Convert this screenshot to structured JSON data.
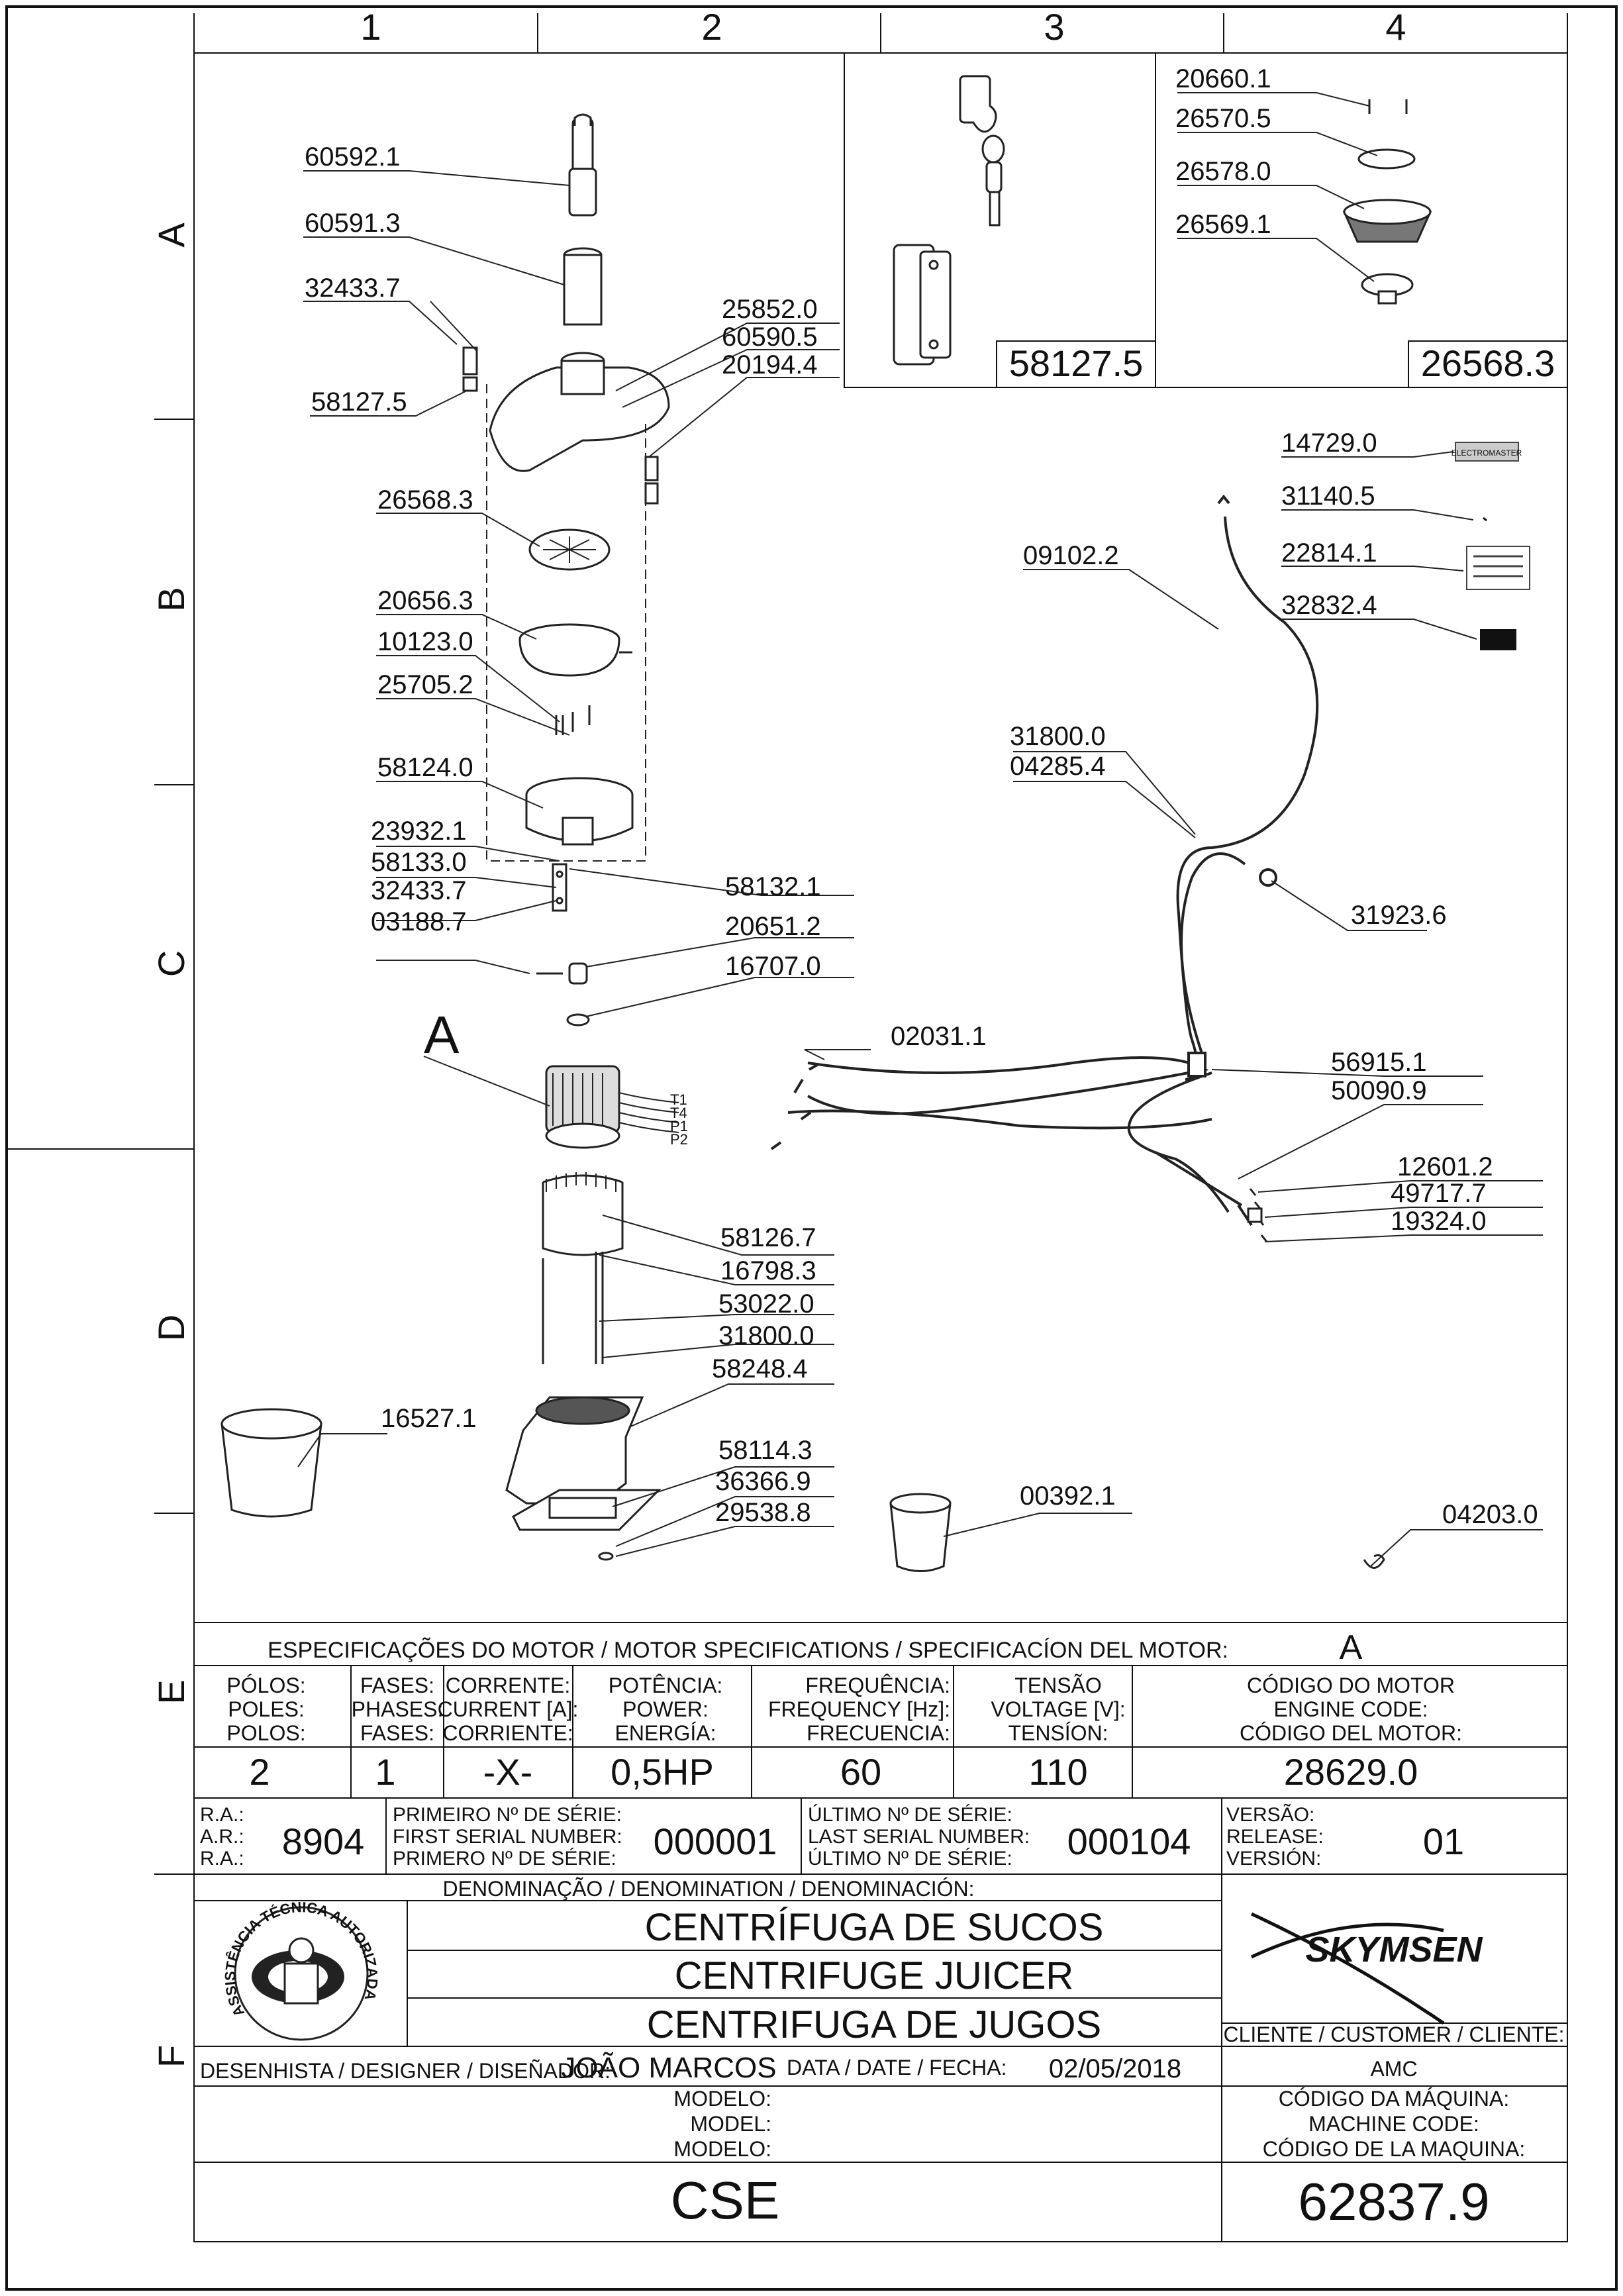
{
  "grid": {
    "columns": [
      "1",
      "2",
      "3",
      "4"
    ],
    "rows": [
      "A",
      "B",
      "C",
      "D",
      "E",
      "F"
    ]
  },
  "callouts": {
    "c60592_1": "60592.1",
    "c60591_3": "60591.3",
    "c32433_7a": "32433.7",
    "c58127_5a": "58127.5",
    "c25852_0": "25852.0",
    "c60590_5": "60590.5",
    "c20194_4": "20194.4",
    "c26568_3a": "26568.3",
    "c20656_3": "20656.3",
    "c10123_0": "10123.0",
    "c25705_2": "25705.2",
    "c58124_0": "58124.0",
    "c23932_1": "23932.1",
    "c58133_0": "58133.0",
    "c32433_7b": "32433.7",
    "c03188_7": "03188.7",
    "c58132_1": "58132.1",
    "c20651_2": "20651.2",
    "c16707_0": "16707.0",
    "c02031_1": "02031.1",
    "c58126_7": "58126.7",
    "c16798_3": "16798.3",
    "c53022_0": "53022.0",
    "c31800_0b": "31800.0",
    "c58248_4": "58248.4",
    "c16527_1": "16527.1",
    "c58114_3": "58114.3",
    "c36366_9": "36366.9",
    "c29538_8": "29538.8",
    "c00392_1": "00392.1",
    "c04203_0": "04203.0",
    "c20660_1": "20660.1",
    "c26570_5": "26570.5",
    "c26578_0": "26578.0",
    "c26569_1": "26569.1",
    "c14729_0": "14729.0",
    "c31140_5": "31140.5",
    "c09102_2": "09102.2",
    "c22814_1": "22814.1",
    "c32832_4": "32832.4",
    "c31800_0a": "31800.0",
    "c04285_4": "04285.4",
    "c31923_6": "31923.6",
    "c56915_1": "56915.1",
    "c50090_9": "50090.9",
    "c12601_2": "12601.2",
    "c49717_7": "49717.7",
    "c19324_0": "19324.0"
  },
  "boxes": {
    "box3_code": "58127.5",
    "box4_code": "26568.3"
  },
  "motor_marker": "A",
  "terminals": [
    "T1",
    "T4",
    "P1",
    "P2"
  ],
  "label_sticker_text": "ELECTROMASTER",
  "motor_spec": {
    "header": "ESPECIFICAÇÕES DO MOTOR / MOTOR SPECIFICATIONS / SPECIFICACÍON DEL MOTOR:",
    "header_value": "A",
    "poles": [
      "PÓLOS:",
      "POLES:",
      "POLOS:"
    ],
    "poles_value": "2",
    "phases": [
      "FASES:",
      "PHASES:",
      "FASES:"
    ],
    "phases_value": "1",
    "current": [
      "CORRENTE:",
      "CURRENT [A]:",
      "CORRIENTE:"
    ],
    "current_value": "-X-",
    "power": [
      "POTÊNCIA:",
      "POWER:",
      "ENERGÍA:"
    ],
    "power_value": "0,5HP",
    "frequency": [
      "FREQUÊNCIA:",
      "FREQUENCY [Hz]:",
      "FRECUENCIA:"
    ],
    "frequency_value": "60",
    "voltage": [
      "TENSÃO",
      "VOLTAGE [V]:",
      "TENSÍON:"
    ],
    "voltage_value": "110",
    "engine": [
      "CÓDIGO DO MOTOR",
      "ENGINE CODE:",
      "CÓDIGO DEL MOTOR:"
    ],
    "engine_value": "28629.0"
  },
  "serial": {
    "ra_labels": [
      "R.A.:",
      "A.R.:",
      "R.A.:"
    ],
    "ra_value": "8904",
    "first_labels": [
      "PRIMEIRO Nº DE SÉRIE:",
      "FIRST SERIAL NUMBER:",
      "PRIMERO Nº DE SÉRIE:"
    ],
    "first_value": "000001",
    "last_labels": [
      "ÚLTIMO Nº DE SÉRIE:",
      "LAST SERIAL NUMBER:",
      "ÚLTIMO Nº DE SÉRIE:"
    ],
    "last_value": "000104",
    "version_labels": [
      "VERSÃO:",
      "RELEASE:",
      "VERSIÓN:"
    ],
    "version_value": "01"
  },
  "title_block": {
    "denomination_header": "DENOMINAÇÃO / DENOMINATION / DENOMINACIÓN:",
    "name_pt": "CENTRÍFUGA DE SUCOS",
    "name_en": "CENTRIFUGE JUICER",
    "name_es": "CENTRIFUGA DE JUGOS",
    "brand": "SKYMSEN",
    "badge_text": "ASSISTÊNCIA TÉCNICA AUTORIZADA",
    "client_label": "CLIENTE / CUSTOMER / CLIENTE:",
    "client_value": "AMC",
    "designer_label": "DESENHISTA / DESIGNER / DISEÑADOR:",
    "designer_value": "JOÃO MARCOS",
    "date_label": "DATA / DATE / FECHA:",
    "date_value": "02/05/2018",
    "model_labels": [
      "MODELO:",
      "MODEL:",
      "MODELO:"
    ],
    "model_value": "CSE",
    "machine_code_labels": [
      "CÓDIGO DA MÁQUINA:",
      "MACHINE CODE:",
      "CÓDIGO DE LA MAQUINA:"
    ],
    "machine_code_value": "62837.9"
  }
}
